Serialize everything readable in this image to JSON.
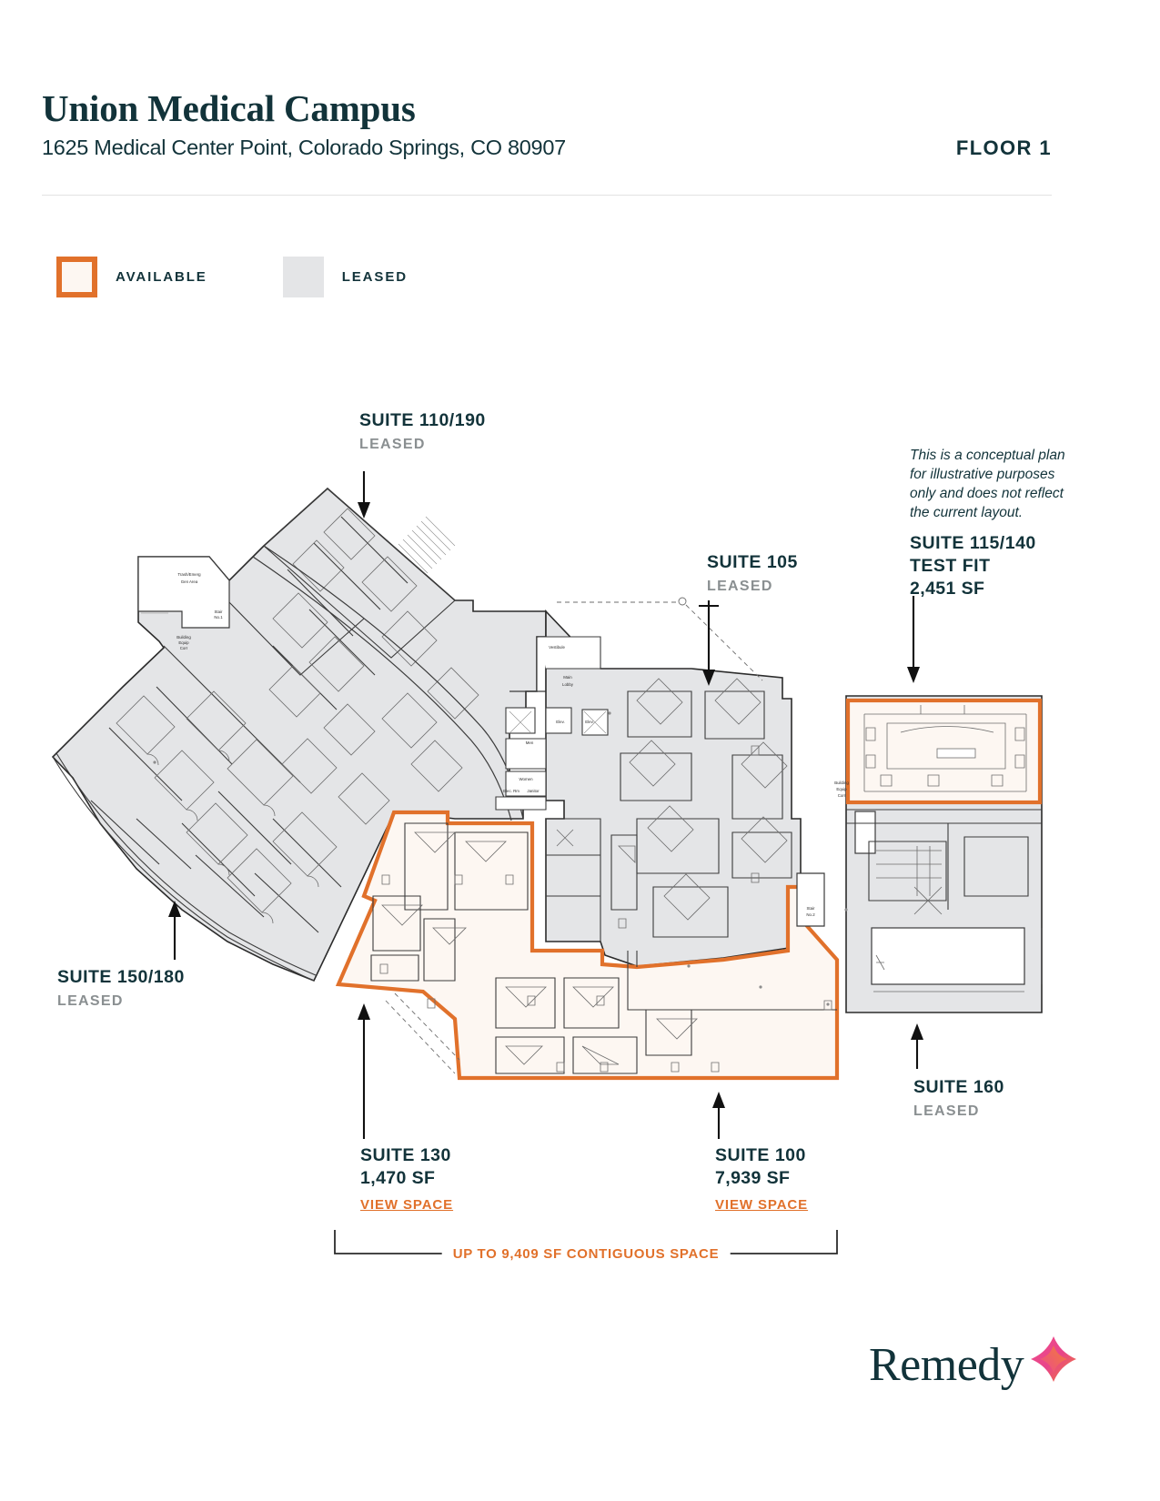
{
  "header": {
    "title": "Union Medical Campus",
    "address": "1625 Medical Center Point, Colorado Springs, CO 80907",
    "floor": "FLOOR 1"
  },
  "legend": {
    "available_label": "AVAILABLE",
    "leased_label": "LEASED",
    "available_fill": "#fdf7f2",
    "available_border": "#e1712b",
    "leased_fill": "#e4e5e7"
  },
  "colors": {
    "accent": "#e1712b",
    "dark": "#12333a",
    "muted": "#8a8f91",
    "leased_fill": "#e4e5e7",
    "available_fill": "#fdf7f2"
  },
  "note": "This is a conceptual plan for illustrative purposes only and does not reflect the current layout.",
  "callouts": [
    {
      "id": "suite-110-190",
      "suite": "SUITE 110/190",
      "status": "LEASED",
      "sf": "",
      "view_space": ""
    },
    {
      "id": "suite-105",
      "suite": "SUITE 105",
      "status": "LEASED",
      "sf": "",
      "view_space": ""
    },
    {
      "id": "suite-115-140",
      "suite": "SUITE 115/140",
      "subtitle": "TEST FIT",
      "sf": "2,451 SF",
      "status": "",
      "view_space": ""
    },
    {
      "id": "suite-150-180",
      "suite": "SUITE 150/180",
      "status": "LEASED",
      "sf": "",
      "view_space": ""
    },
    {
      "id": "suite-130",
      "suite": "SUITE 130",
      "sf": "1,470 SF",
      "status": "",
      "view_space": "VIEW SPACE"
    },
    {
      "id": "suite-100",
      "suite": "SUITE 100",
      "sf": "7,939 SF",
      "status": "",
      "view_space": "VIEW SPACE"
    },
    {
      "id": "suite-160",
      "suite": "SUITE 160",
      "status": "LEASED",
      "sf": "",
      "view_space": ""
    }
  ],
  "bracket": {
    "label": "UP TO 9,409 SF CONTIGUOUS SPACE"
  },
  "plan_room_labels": {
    "trash": "Trash/Emerg Gen Area",
    "stair1": "Stair No.1",
    "building_equip_corr": "Building Equip Corr",
    "vestibule": "Vestibule",
    "main_lobby": "Main Lobby",
    "elevator": "Elev.",
    "elevator2": "Elev.",
    "men": "Men",
    "women": "Women",
    "elec_rm": "Elec. Rm",
    "janitor": "Janitor",
    "stair2": "Stair No.2",
    "building_equip_corr2": "Building Equip Corr"
  },
  "logo": {
    "word": "Remedy"
  }
}
